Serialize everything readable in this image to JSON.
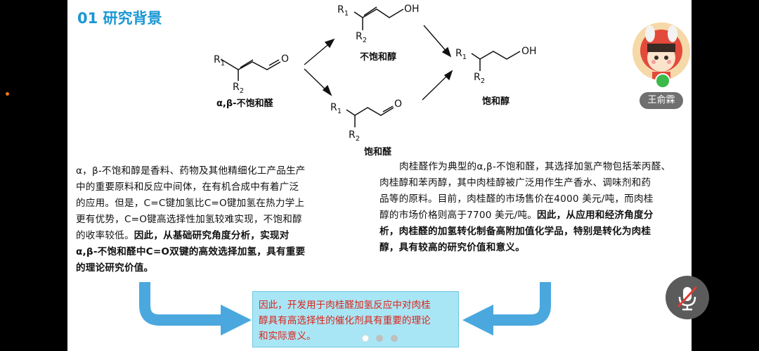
{
  "slide": {
    "title": "01 研究背景",
    "molecules": {
      "reactant_label": "α,β-不饱和醛",
      "unsat_alcohol_label": "不饱和醇",
      "sat_aldehyde_label": "饱和醛",
      "sat_alcohol_label": "饱和醇",
      "r1": "R",
      "r1_sub": "1",
      "r2": "R",
      "r2_sub": "2",
      "oh": "OH",
      "o": "O"
    },
    "left_paragraph": {
      "lines": [
        "α，β-不饱和醇是香料、药物及其他精细化工产品生产",
        "中的重要原料和反应中间体，在有机合成中有着广泛",
        "的应用。但是，C=C键加氢比C=O键加氢在热力学上",
        "更有优势，C=O键高选择性加氢较难实现，不饱和醇",
        "的收率较低。"
      ],
      "bold_inline": "因此，从基础研究角度分析，实现对",
      "bold_lines": [
        "α,β-不饱和醛中C=O双键的高效选择加氢，具有重要",
        "的理论研究价值。"
      ]
    },
    "right_paragraph": {
      "lines": [
        "肉桂醛作为典型的α,β-不饱和醛，其选择加氢产物包括苯丙醛、",
        "肉桂醇和苯丙醇，其中肉桂醇被广泛用作生产香水、调味剂和药",
        "品等的原料。目前，肉桂醛的市场售价在4000 美元/吨，而肉桂",
        "醇的市场价格则高于7700 美元/吨。"
      ],
      "bold_inline": "因此，从应用和经济角度分",
      "bold_lines": [
        "析，肉桂醛的加氢转化制备高附加值化学品，特别是转化为肉桂",
        "醇，具有较高的研究价值和意义。"
      ]
    },
    "callout": {
      "lines": [
        "因此，开发用于肉桂醛加氢反应中对肉桂",
        "醇具有高选择性的催化剂具有重要的理论",
        "和实际意义。"
      ]
    },
    "pager": {
      "pages": 3,
      "current": 1
    }
  },
  "participant": {
    "name": "王俞霖"
  },
  "colors": {
    "title": "#1a97d4",
    "arrow": "#4aa8de",
    "callout_bg": "#a9e6f5",
    "callout_text": "#d9241b",
    "badge_bg": "#6f6f6f",
    "mute_bg": "#5b5b5b"
  },
  "icons": {
    "mute": "microphone-muted-icon",
    "mic_status": "microphone-icon"
  }
}
